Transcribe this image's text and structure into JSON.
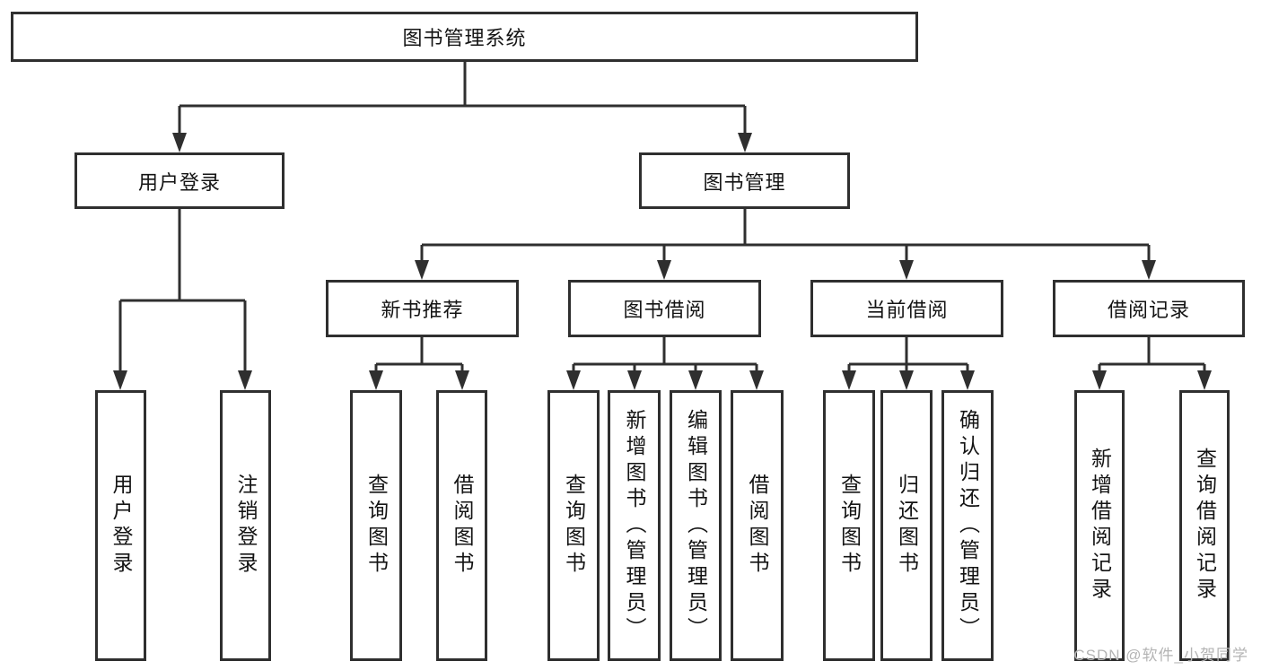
{
  "diagram": {
    "title": "图书管理系统",
    "root": {
      "label": "图书管理系统"
    },
    "level2": {
      "user_login": {
        "label": "用户登录"
      },
      "book_mgmt": {
        "label": "图书管理"
      }
    },
    "level3": {
      "new_books": {
        "label": "新书推荐"
      },
      "book_borrow": {
        "label": "图书借阅"
      },
      "current_borrow": {
        "label": "当前借阅"
      },
      "borrow_records": {
        "label": "借阅记录"
      }
    },
    "leaves": {
      "user_login": [
        "用户登录",
        "注销登录"
      ],
      "new_books": [
        "查询图书",
        "借阅图书"
      ],
      "book_borrow": [
        "查询图书",
        "新增图书（管理员）",
        "编辑图书（管理员）",
        "借阅图书"
      ],
      "current_borrow": [
        "查询图书",
        "归还图书",
        "确认归还（管理员）"
      ],
      "borrow_records": [
        "新增借阅记录",
        "查询借阅记录"
      ]
    },
    "watermark": "CSDN @软件_小贺同学",
    "colors": {
      "line": "#2f2f2f",
      "text": "#141414",
      "watermark": "#b4b4b4",
      "background": "#ffffff"
    }
  }
}
